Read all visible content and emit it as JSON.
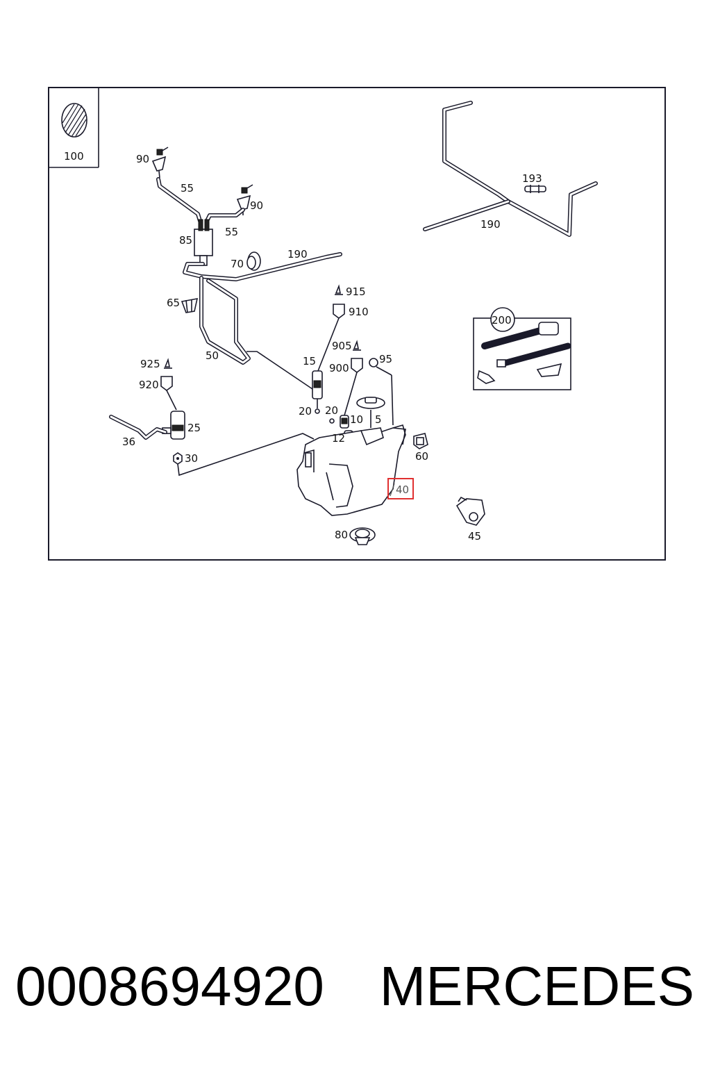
{
  "diagram": {
    "highlight_color": "#e03030",
    "labels": {
      "l100": "100",
      "l90a": "90",
      "l55a": "55",
      "l90b": "90",
      "l55b": "55",
      "l85": "85",
      "l70": "70",
      "l190a": "190",
      "l193": "193",
      "l190b": "190",
      "l65": "65",
      "l915": "915",
      "l910": "910",
      "l200": "200",
      "l905": "905",
      "l95": "95",
      "l900": "900",
      "l15": "15",
      "l50": "50",
      "l925": "925",
      "l920": "920",
      "l20a": "20",
      "l20b": "20",
      "l10": "10",
      "l5": "5",
      "l25": "25",
      "l12": "12",
      "l36": "36",
      "l60": "60",
      "l30": "30",
      "l40": "40",
      "l80": "80",
      "l45": "45"
    }
  },
  "footer": {
    "part_number": "0008694920",
    "brand": "MERCEDES"
  }
}
